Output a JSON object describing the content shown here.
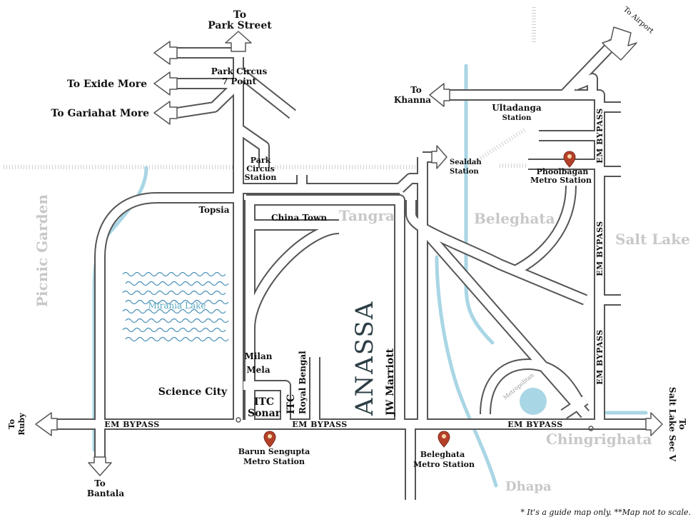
{
  "map": {
    "destinations": {
      "park_street": [
        "To",
        "Park Street"
      ],
      "exide_more": "To Exide More",
      "gariahat_more": "To Gariahat More",
      "khanna": [
        "To",
        "Khanna"
      ],
      "airport": "To Airport",
      "ruby": [
        "To",
        "Ruby"
      ],
      "bantala": [
        "To",
        "Bantala"
      ],
      "salt_lake_sec_v": [
        "To",
        "Salt Lake Sec V"
      ]
    },
    "stations": {
      "park_circus_7_point": [
        "Park Circus",
        "7 Point"
      ],
      "park_circus_station": [
        "Park",
        "Circus",
        "Station"
      ],
      "ultadanga_station": [
        "Ultadanga",
        "Station"
      ],
      "sealdah_station": [
        "Sealdah",
        "Station"
      ],
      "phoolbagan_metro": [
        "Phoolbagan",
        "Metro Station"
      ],
      "barun_sengupta_metro": [
        "Barun Sengupta",
        "Metro Station"
      ],
      "beleghata_metro": [
        "Beleghata",
        "Metro Station"
      ]
    },
    "areas": {
      "picnic_garden": "Picnic Garden",
      "tangra": "Tangra",
      "beleghata": "Beleghata",
      "salt_lake": "Salt Lake",
      "chingrighata": "Chingrighata",
      "dhapa": "Dhapa"
    },
    "landmarks": {
      "topsia": "Topsia",
      "china_town": "China Town",
      "mirania_lake": "Mirania Lake",
      "milan_mela": [
        "Milan",
        "Mela"
      ],
      "science_city": "Science City",
      "itc_sonar": [
        "ITC",
        "Sonar"
      ],
      "itc_royal_bengal": [
        "ITC",
        "Royal Bengal"
      ],
      "anassa": "ANASSA",
      "jw_marriott": "JW Marriott",
      "metropolitan": "Metropolitan"
    },
    "roads": {
      "em_bypass": "EM BYPASS"
    },
    "footnote": "* It's a guide map only. **Map not to scale.",
    "colors": {
      "road_outline": "#555555",
      "road_fill": "#ffffff",
      "water": "#a9d6e5",
      "water_label": "#5aa8c0",
      "marker": "#b5402a",
      "area_label": "#c8c8c8",
      "brand": "#2c3e45"
    }
  }
}
